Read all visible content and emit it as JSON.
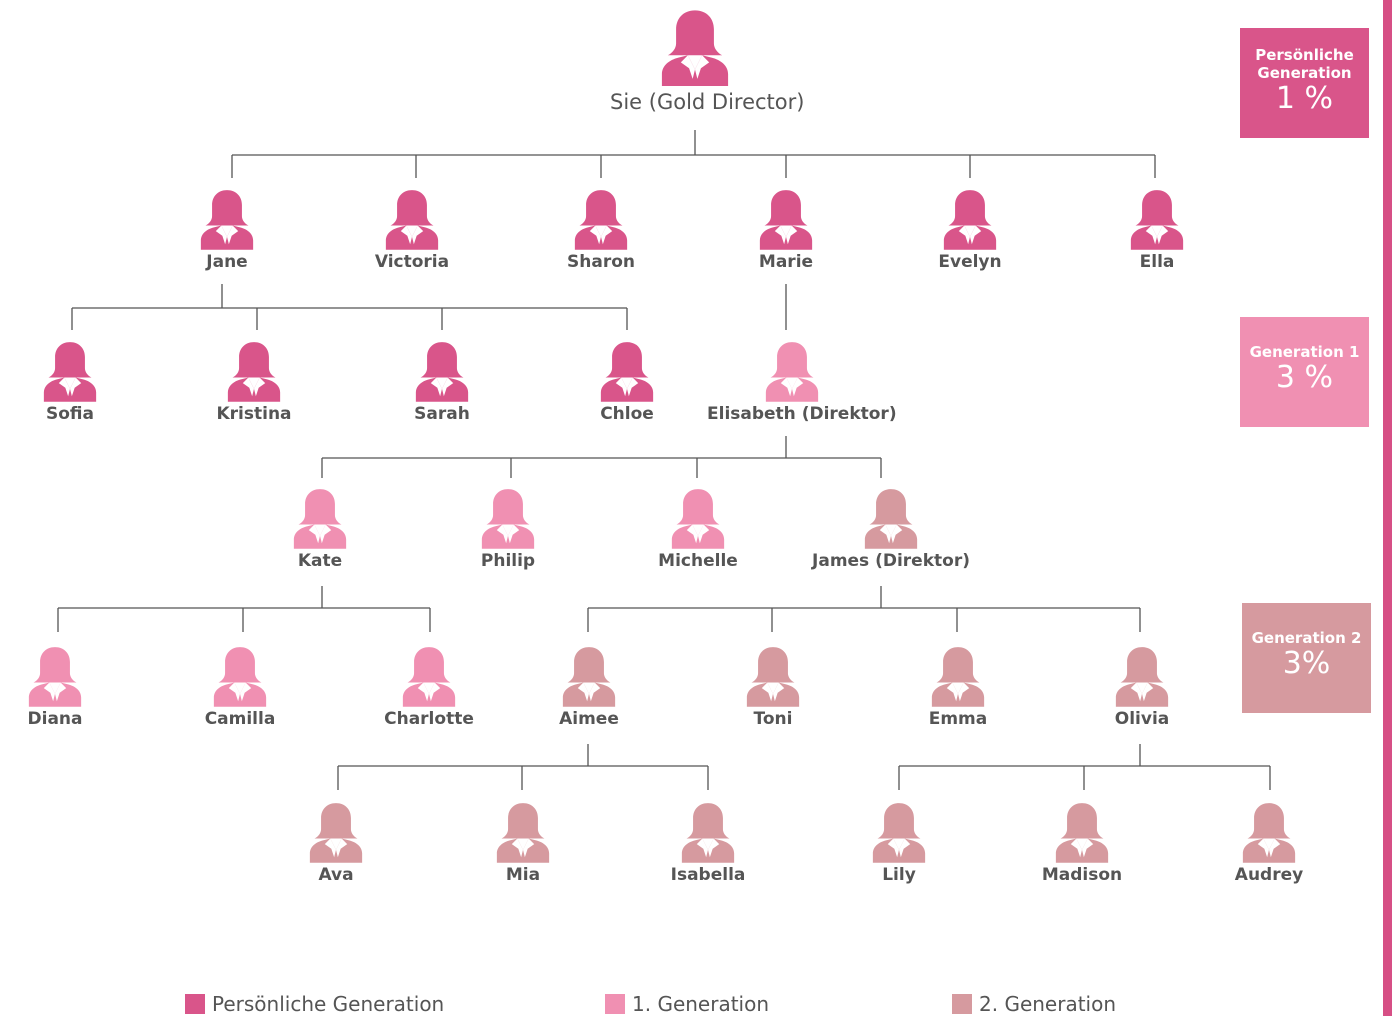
{
  "colors": {
    "personal": "#d9558a",
    "gen1": "#f090b2",
    "gen2": "#d69a9f",
    "text": "#555555",
    "line": "#555555"
  },
  "root": {
    "label": "Sie  (Gold Director)"
  },
  "nodes": {
    "jane": "Jane",
    "victoria": "Victoria",
    "sharon": "Sharon",
    "marie": "Marie",
    "evelyn": "Evelyn",
    "ella": "Ella",
    "sofia": "Sofia",
    "kristina": "Kristina",
    "sarah": "Sarah",
    "chloe": "Chloe",
    "elisabeth": "Elisabeth (Direktor)",
    "kate": "Kate",
    "philip": "Philip",
    "michelle": "Michelle",
    "james": "James (Direktor)",
    "diana": "Diana",
    "camilla": "Camilla",
    "charlotte": "Charlotte",
    "aimee": "Aimee",
    "toni": "Toni",
    "emma": "Emma",
    "olivia": "Olivia",
    "ava": "Ava",
    "mia": "Mia",
    "isabella": "Isabella",
    "lily": "Lily",
    "madison": "Madison",
    "audrey": "Audrey"
  },
  "generation_boxes": {
    "personal": {
      "title_line1": "Persönliche",
      "title_line2": "Generation",
      "value": "1 %"
    },
    "gen1": {
      "title": "Generation 1",
      "value": "3 %"
    },
    "gen2": {
      "title": "Generation 2",
      "value": "3%"
    }
  },
  "legend": {
    "personal": "Persönliche Generation",
    "gen1": "1. Generation",
    "gen2": "2. Generation"
  }
}
